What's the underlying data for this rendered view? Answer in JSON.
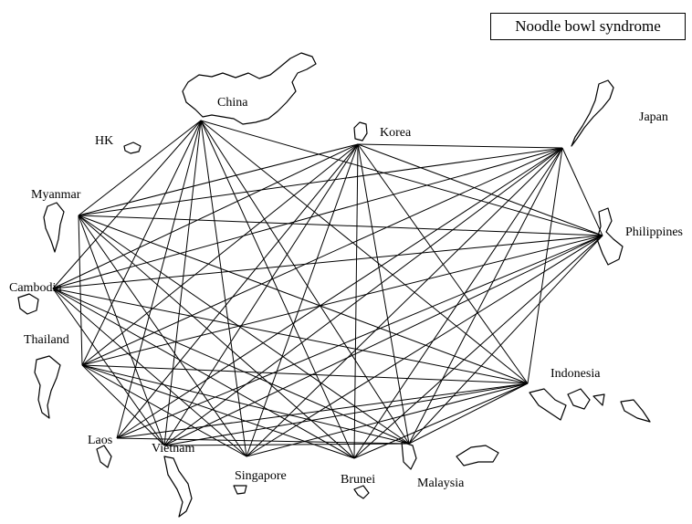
{
  "title": "Noodle bowl syndrome",
  "nodes": [
    {
      "id": "china",
      "label": "China"
    },
    {
      "id": "hk",
      "label": "HK"
    },
    {
      "id": "korea",
      "label": "Korea"
    },
    {
      "id": "japan",
      "label": "Japan"
    },
    {
      "id": "myanmar",
      "label": "Myanmar"
    },
    {
      "id": "philippines",
      "label": "Philippines"
    },
    {
      "id": "cambodia",
      "label": "Cambodia"
    },
    {
      "id": "thailand",
      "label": "Thailand"
    },
    {
      "id": "indonesia",
      "label": "Indonesia"
    },
    {
      "id": "laos",
      "label": "Laos"
    },
    {
      "id": "vietnam",
      "label": "Vietnam"
    },
    {
      "id": "singapore",
      "label": "Singapore"
    },
    {
      "id": "brunei",
      "label": "Brunei"
    },
    {
      "id": "malaysia",
      "label": "Malaysia"
    }
  ],
  "edges": [
    [
      "china",
      "myanmar"
    ],
    [
      "china",
      "cambodia"
    ],
    [
      "china",
      "thailand"
    ],
    [
      "china",
      "laos"
    ],
    [
      "china",
      "vietnam"
    ],
    [
      "china",
      "singapore"
    ],
    [
      "china",
      "brunei"
    ],
    [
      "china",
      "malaysia"
    ],
    [
      "china",
      "indonesia"
    ],
    [
      "china",
      "philippines"
    ],
    [
      "korea",
      "myanmar"
    ],
    [
      "korea",
      "cambodia"
    ],
    [
      "korea",
      "thailand"
    ],
    [
      "korea",
      "laos"
    ],
    [
      "korea",
      "vietnam"
    ],
    [
      "korea",
      "singapore"
    ],
    [
      "korea",
      "brunei"
    ],
    [
      "korea",
      "malaysia"
    ],
    [
      "korea",
      "indonesia"
    ],
    [
      "korea",
      "philippines"
    ],
    [
      "korea",
      "japan"
    ],
    [
      "japan",
      "myanmar"
    ],
    [
      "japan",
      "cambodia"
    ],
    [
      "japan",
      "thailand"
    ],
    [
      "japan",
      "laos"
    ],
    [
      "japan",
      "vietnam"
    ],
    [
      "japan",
      "singapore"
    ],
    [
      "japan",
      "brunei"
    ],
    [
      "japan",
      "malaysia"
    ],
    [
      "japan",
      "indonesia"
    ],
    [
      "japan",
      "philippines"
    ],
    [
      "myanmar",
      "thailand"
    ],
    [
      "myanmar",
      "singapore"
    ],
    [
      "myanmar",
      "brunei"
    ],
    [
      "myanmar",
      "malaysia"
    ],
    [
      "myanmar",
      "vietnam"
    ],
    [
      "myanmar",
      "philippines"
    ],
    [
      "myanmar",
      "indonesia"
    ],
    [
      "cambodia",
      "singapore"
    ],
    [
      "cambodia",
      "brunei"
    ],
    [
      "cambodia",
      "malaysia"
    ],
    [
      "cambodia",
      "indonesia"
    ],
    [
      "cambodia",
      "philippines"
    ],
    [
      "cambodia",
      "vietnam"
    ],
    [
      "thailand",
      "singapore"
    ],
    [
      "thailand",
      "brunei"
    ],
    [
      "thailand",
      "malaysia"
    ],
    [
      "thailand",
      "indonesia"
    ],
    [
      "thailand",
      "philippines"
    ],
    [
      "thailand",
      "vietnam"
    ],
    [
      "laos",
      "indonesia"
    ],
    [
      "laos",
      "philippines"
    ],
    [
      "laos",
      "malaysia"
    ],
    [
      "vietnam",
      "indonesia"
    ],
    [
      "vietnam",
      "philippines"
    ],
    [
      "vietnam",
      "malaysia"
    ],
    [
      "singapore",
      "indonesia"
    ],
    [
      "singapore",
      "philippines"
    ],
    [
      "brunei",
      "indonesia"
    ],
    [
      "brunei",
      "philippines"
    ],
    [
      "malaysia",
      "indonesia"
    ],
    [
      "malaysia",
      "philippines"
    ]
  ]
}
